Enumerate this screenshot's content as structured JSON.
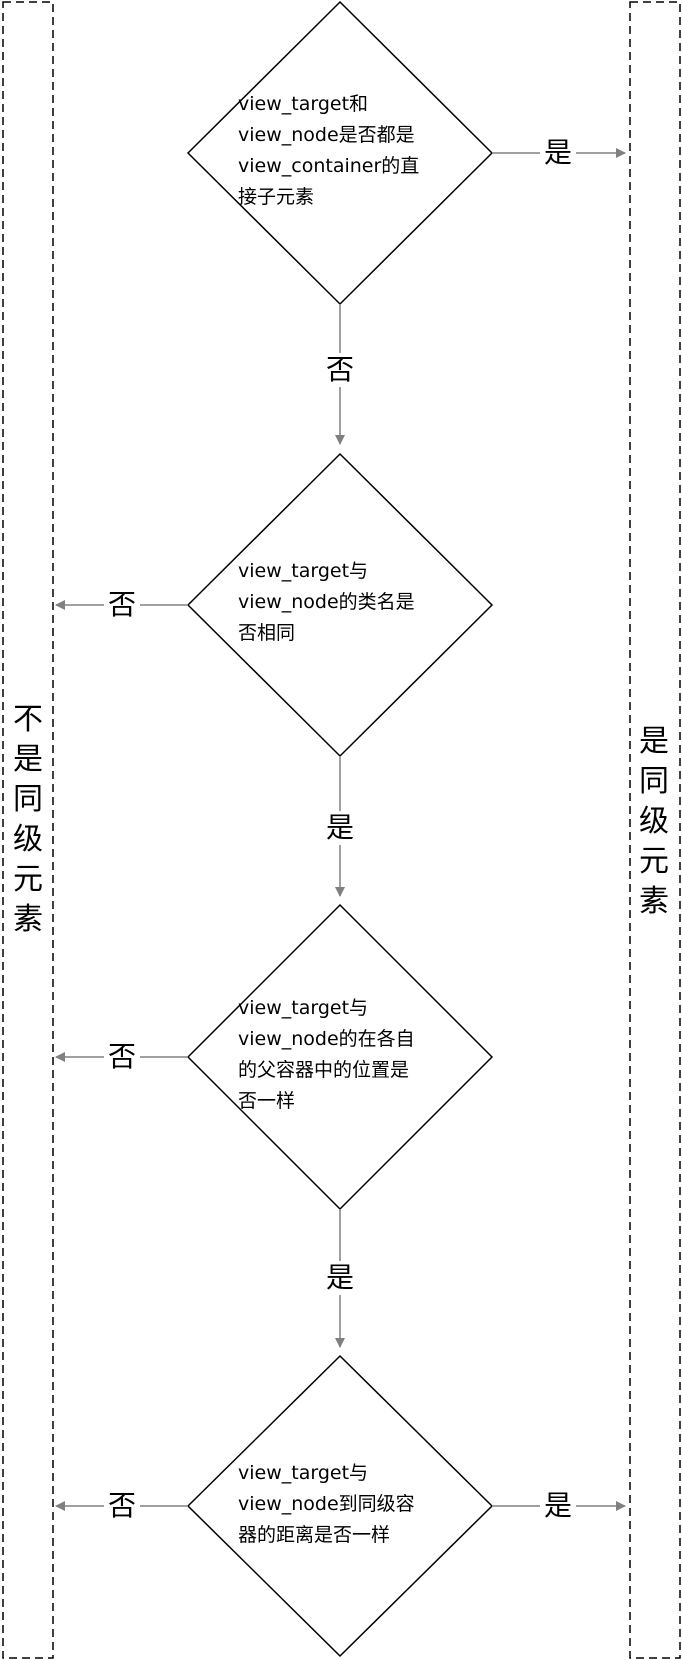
{
  "lanes": {
    "left": [
      "不",
      "是",
      "同",
      "级",
      "元",
      "素"
    ],
    "right": [
      "是",
      "同",
      "级",
      "元",
      "素"
    ]
  },
  "decisions": [
    [
      "view_target和",
      "view_node是否都是",
      "view_container的直",
      "接子元素"
    ],
    [
      "view_target与",
      "view_node的类名是",
      "否相同"
    ],
    [
      "view_target与",
      "view_node的在各自",
      "的父容器中的位置是",
      "否一样"
    ],
    [
      "view_target与",
      "view_node到同级容",
      "器的距离是否一样"
    ]
  ],
  "edges": {
    "d1_right": "是",
    "d1_down": "否",
    "d2_left": "否",
    "d2_down": "是",
    "d3_left": "否",
    "d3_down": "是",
    "d4_left": "否",
    "d4_right": "是"
  }
}
